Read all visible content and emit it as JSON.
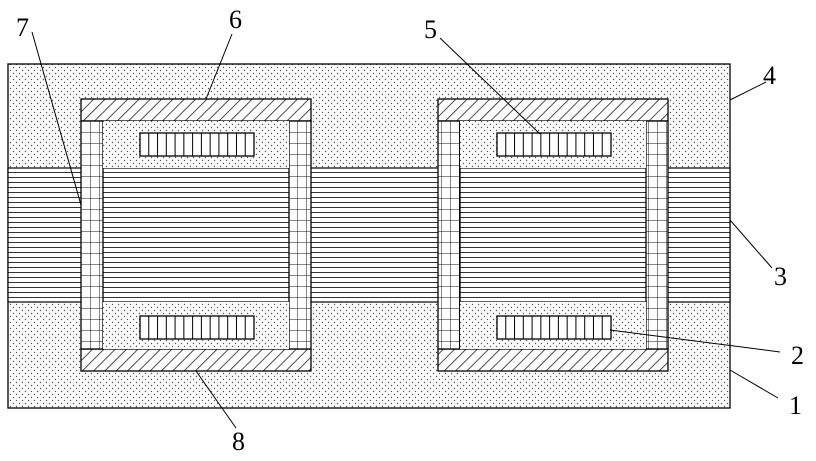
{
  "callouts": {
    "c1": "1",
    "c2": "2",
    "c3": "3",
    "c4": "4",
    "c5": "5",
    "c6": "6",
    "c7": "7",
    "c8": "8"
  },
  "colors": {
    "outline": "#000000",
    "background": "#ffffff",
    "stipple": "#555555",
    "hatch": "#222222",
    "lines": "#333333"
  }
}
